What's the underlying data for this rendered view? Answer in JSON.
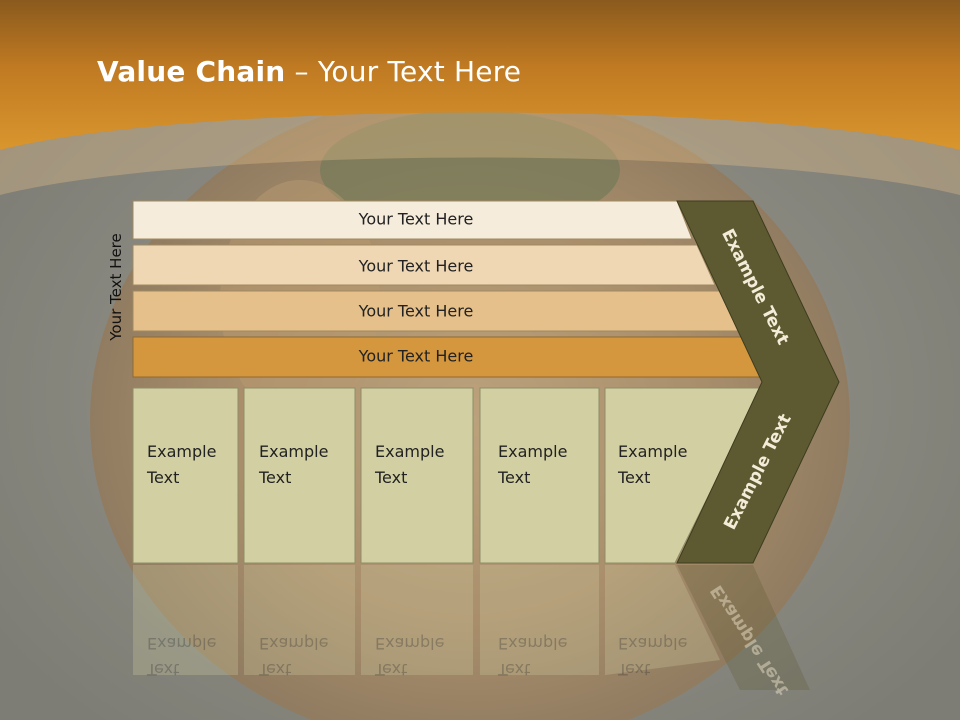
{
  "slide": {
    "title_bold": "Value Chain",
    "title_rest": " – Your Text Here",
    "side_label": "Your Text Here"
  },
  "bars": [
    {
      "label": "Your Text Here"
    },
    {
      "label": "Your Text Here"
    },
    {
      "label": "Your Text Here"
    },
    {
      "label": "Your Text Here"
    }
  ],
  "boxes": [
    {
      "line1": "Example",
      "line2": "Text"
    },
    {
      "line1": "Example",
      "line2": "Text"
    },
    {
      "line1": "Example",
      "line2": "Text"
    },
    {
      "line1": "Example",
      "line2": "Text"
    },
    {
      "line1": "Example",
      "line2": "Text"
    }
  ],
  "chevron": {
    "top_label": "Example Text",
    "bottom_label": "Example Text"
  },
  "colors": {
    "header": "#c8862a",
    "chevron": "#5d5a31",
    "box_fill": "#d2d0a3",
    "bar_1": "#f5ecdc",
    "bar_2": "#efd7b4",
    "bar_3": "#e6c08a",
    "bar_4": "#d4973e"
  }
}
